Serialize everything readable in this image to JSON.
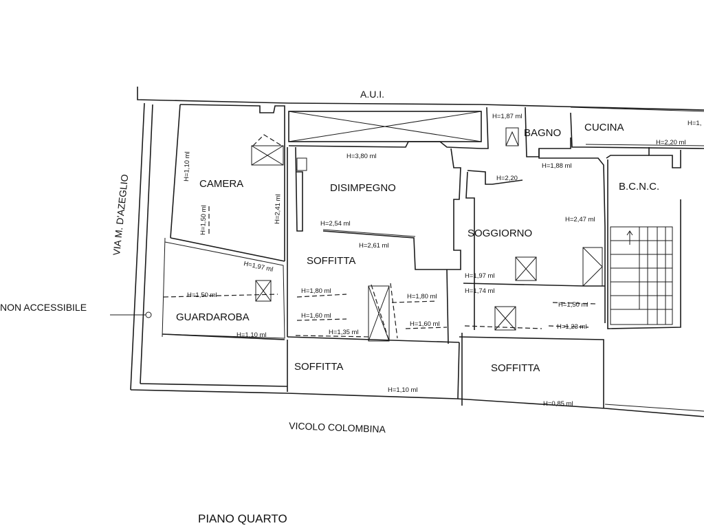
{
  "plan": {
    "title": "PIANO QUARTO",
    "streets": {
      "top": "A.U.I.",
      "left": "VIA M. D'AZEGLIO",
      "bottom": "VICOLO COLOMBINA"
    },
    "note": "NON ACCESSIBILE",
    "rooms": {
      "camera": "CAMERA",
      "disimpegno": "DISIMPEGNO",
      "bagno": "BAGNO",
      "cucina": "CUCINA",
      "bcnc": "B.C.N.C.",
      "soggiorno": "SOGGIORNO",
      "soffitta_center": "SOFFITTA",
      "guardaroba": "GUARDAROBA",
      "soffitta_bottom_left": "SOFFITTA",
      "soffitta_bottom_right": "SOFFITTA"
    },
    "heights": {
      "h_1_10_camera": "H=1,10 ml",
      "h_1_50_camera": "H=1,50 ml",
      "h_2_41": "H=2,41 ml",
      "h_3_80": "H=3,80 ml",
      "h_1_87": "H=1,87 ml",
      "h_1_edge": "H=1,",
      "h_2_20_cucina": "H=2,20 ml",
      "h_1_88": "H=1,88 ml",
      "h_2_20": "H=2,20",
      "h_2_54": "H=2,54 ml",
      "h_2_61": "H=2,61 ml",
      "h_2_47": "H=2,47 ml",
      "h_1_97_guardaroba": "H=1,97 ml",
      "h_1_50_guardaroba": "H=1,50 ml",
      "h_1_10_guardaroba": "H=1,10 ml",
      "h_1_80_a": "H=1,80 ml",
      "h_1_60_a": "H=1,60 ml",
      "h_1_35": "H=1,35 ml",
      "h_1_80_b": "H=1,80 ml",
      "h_1_60_b": "H=1,60 ml",
      "h_1_97_soggiorno": "H=1,97 ml",
      "h_1_74": "H=1,74 ml",
      "h_1_50_soggiorno": "H=1,50 ml",
      "h_1_23": "H=1,23 ml",
      "h_1_10_soffitta": "H=1,10 ml",
      "h_0_85": "H=0,85 ml"
    }
  }
}
